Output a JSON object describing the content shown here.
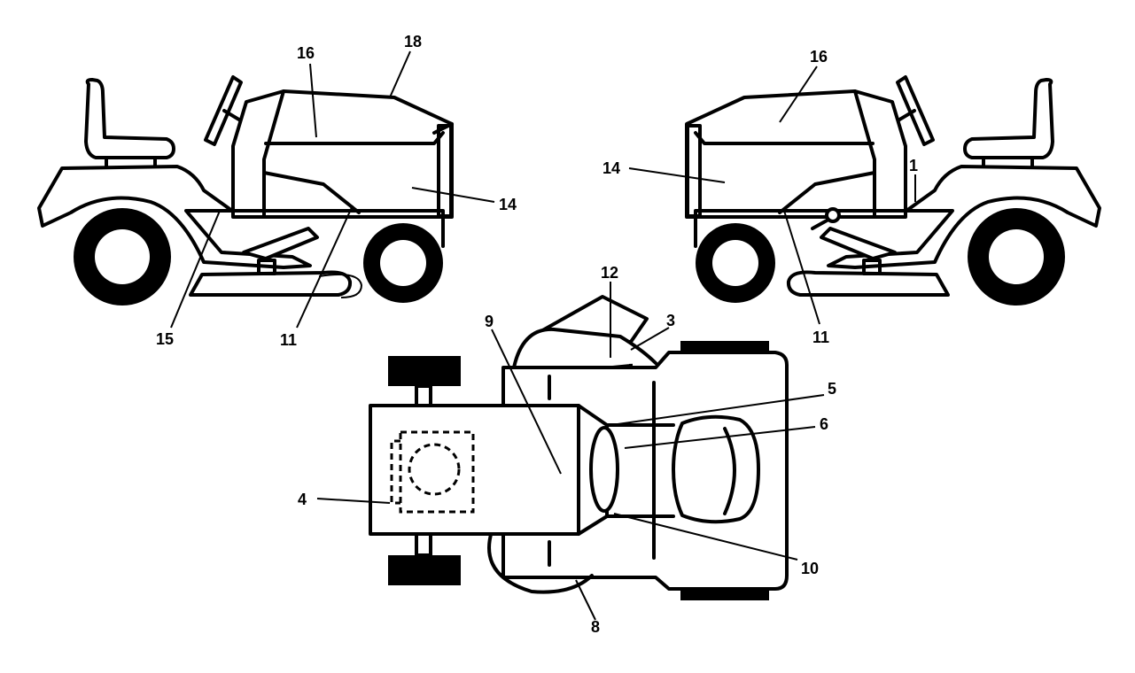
{
  "diagram": {
    "labels": {
      "left_16": "16",
      "left_18": "18",
      "left_14": "14",
      "left_15": "15",
      "left_11": "11",
      "right_16": "16",
      "right_14": "14",
      "right_1": "1",
      "right_11": "11",
      "top_12": "12",
      "top_3": "3",
      "top_9": "9",
      "top_5": "5",
      "top_6": "6",
      "top_4": "4",
      "top_10": "10",
      "top_8": "8"
    }
  }
}
